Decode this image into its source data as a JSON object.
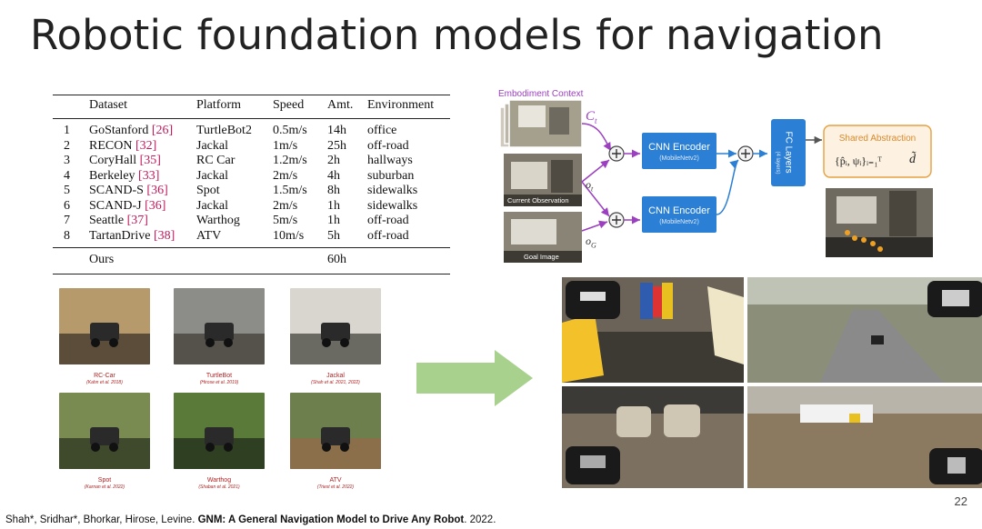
{
  "slide": {
    "title": "Robotic foundation models for navigation",
    "page_number": "22"
  },
  "table": {
    "headers": [
      "",
      "Dataset",
      "Platform",
      "Speed",
      "Amt.",
      "Environment"
    ],
    "rows": [
      {
        "idx": "1",
        "name": "GoStanford",
        "cite": "[26]",
        "platform": "TurtleBot2",
        "speed": "0.5m/s",
        "amt": "14h",
        "env": "office"
      },
      {
        "idx": "2",
        "name": "RECON",
        "cite": "[32]",
        "platform": "Jackal",
        "speed": "1m/s",
        "amt": "25h",
        "env": "off-road"
      },
      {
        "idx": "3",
        "name": "CoryHall",
        "cite": "[35]",
        "platform": "RC Car",
        "speed": "1.2m/s",
        "amt": "2h",
        "env": "hallways"
      },
      {
        "idx": "4",
        "name": "Berkeley",
        "cite": "[33]",
        "platform": "Jackal",
        "speed": "2m/s",
        "amt": "4h",
        "env": "suburban"
      },
      {
        "idx": "5",
        "name": "SCAND-S",
        "cite": "[36]",
        "platform": "Spot",
        "speed": "1.5m/s",
        "amt": "8h",
        "env": "sidewalks"
      },
      {
        "idx": "6",
        "name": "SCAND-J",
        "cite": "[36]",
        "platform": "Jackal",
        "speed": "2m/s",
        "amt": "1h",
        "env": "sidewalks"
      },
      {
        "idx": "7",
        "name": "Seattle",
        "cite": "[37]",
        "platform": "Warthog",
        "speed": "5m/s",
        "amt": "1h",
        "env": "off-road"
      },
      {
        "idx": "8",
        "name": "TartanDrive",
        "cite": "[38]",
        "platform": "ATV",
        "speed": "10m/s",
        "amt": "5h",
        "env": "off-road"
      }
    ],
    "total": {
      "name": "Ours",
      "amt": "60h"
    }
  },
  "diagram": {
    "embodiment_label": "Embodiment Context",
    "ct": "C",
    "ct_sub": "t",
    "ot": "o",
    "ot_sub": "t",
    "og": "o",
    "og_sub": "G",
    "current_obs_label": "Current Observation",
    "goal_label": "Goal Image",
    "encoder1_title": "CNN Encoder",
    "encoder1_sub": "(MobileNetv2)",
    "encoder2_title": "CNN Encoder",
    "encoder2_sub": "(MobileNetv2)",
    "fc_title": "FC Layers",
    "fc_sub": "(4 layers)",
    "shared_title": "Shared Abstraction",
    "formula": "{p̂ᵢ, ψᵢ}ᵢ₌₁ᵀ",
    "d_hat": "d̃",
    "colors": {
      "encoder": "#2b7fd4",
      "context": "#9c3fc0",
      "shared_border": "#e6a040",
      "shared_bg": "#fdf1e1",
      "shared_text": "#d98a2b"
    }
  },
  "robots": [
    {
      "name": "RC-Car",
      "cite": "(Kahn et al. 2018)"
    },
    {
      "name": "TurtleBot",
      "cite": "(Hirose et al. 2019)"
    },
    {
      "name": "Jackal",
      "cite": "(Shah et al. 2021, 2022)"
    },
    {
      "name": "Spot",
      "cite": "(Karnan et al. 2022)"
    },
    {
      "name": "Warthog",
      "cite": "(Shaban et al. 2021)"
    },
    {
      "name": "ATV",
      "cite": "(Triest et al. 2022)"
    }
  ],
  "footer": {
    "authors": "Shah*, Sridhar*, Bhorkar, Hirose, Levine. ",
    "paper": "GNM: A General Navigation Model to Drive Any Robot",
    "year": ". 2022."
  }
}
